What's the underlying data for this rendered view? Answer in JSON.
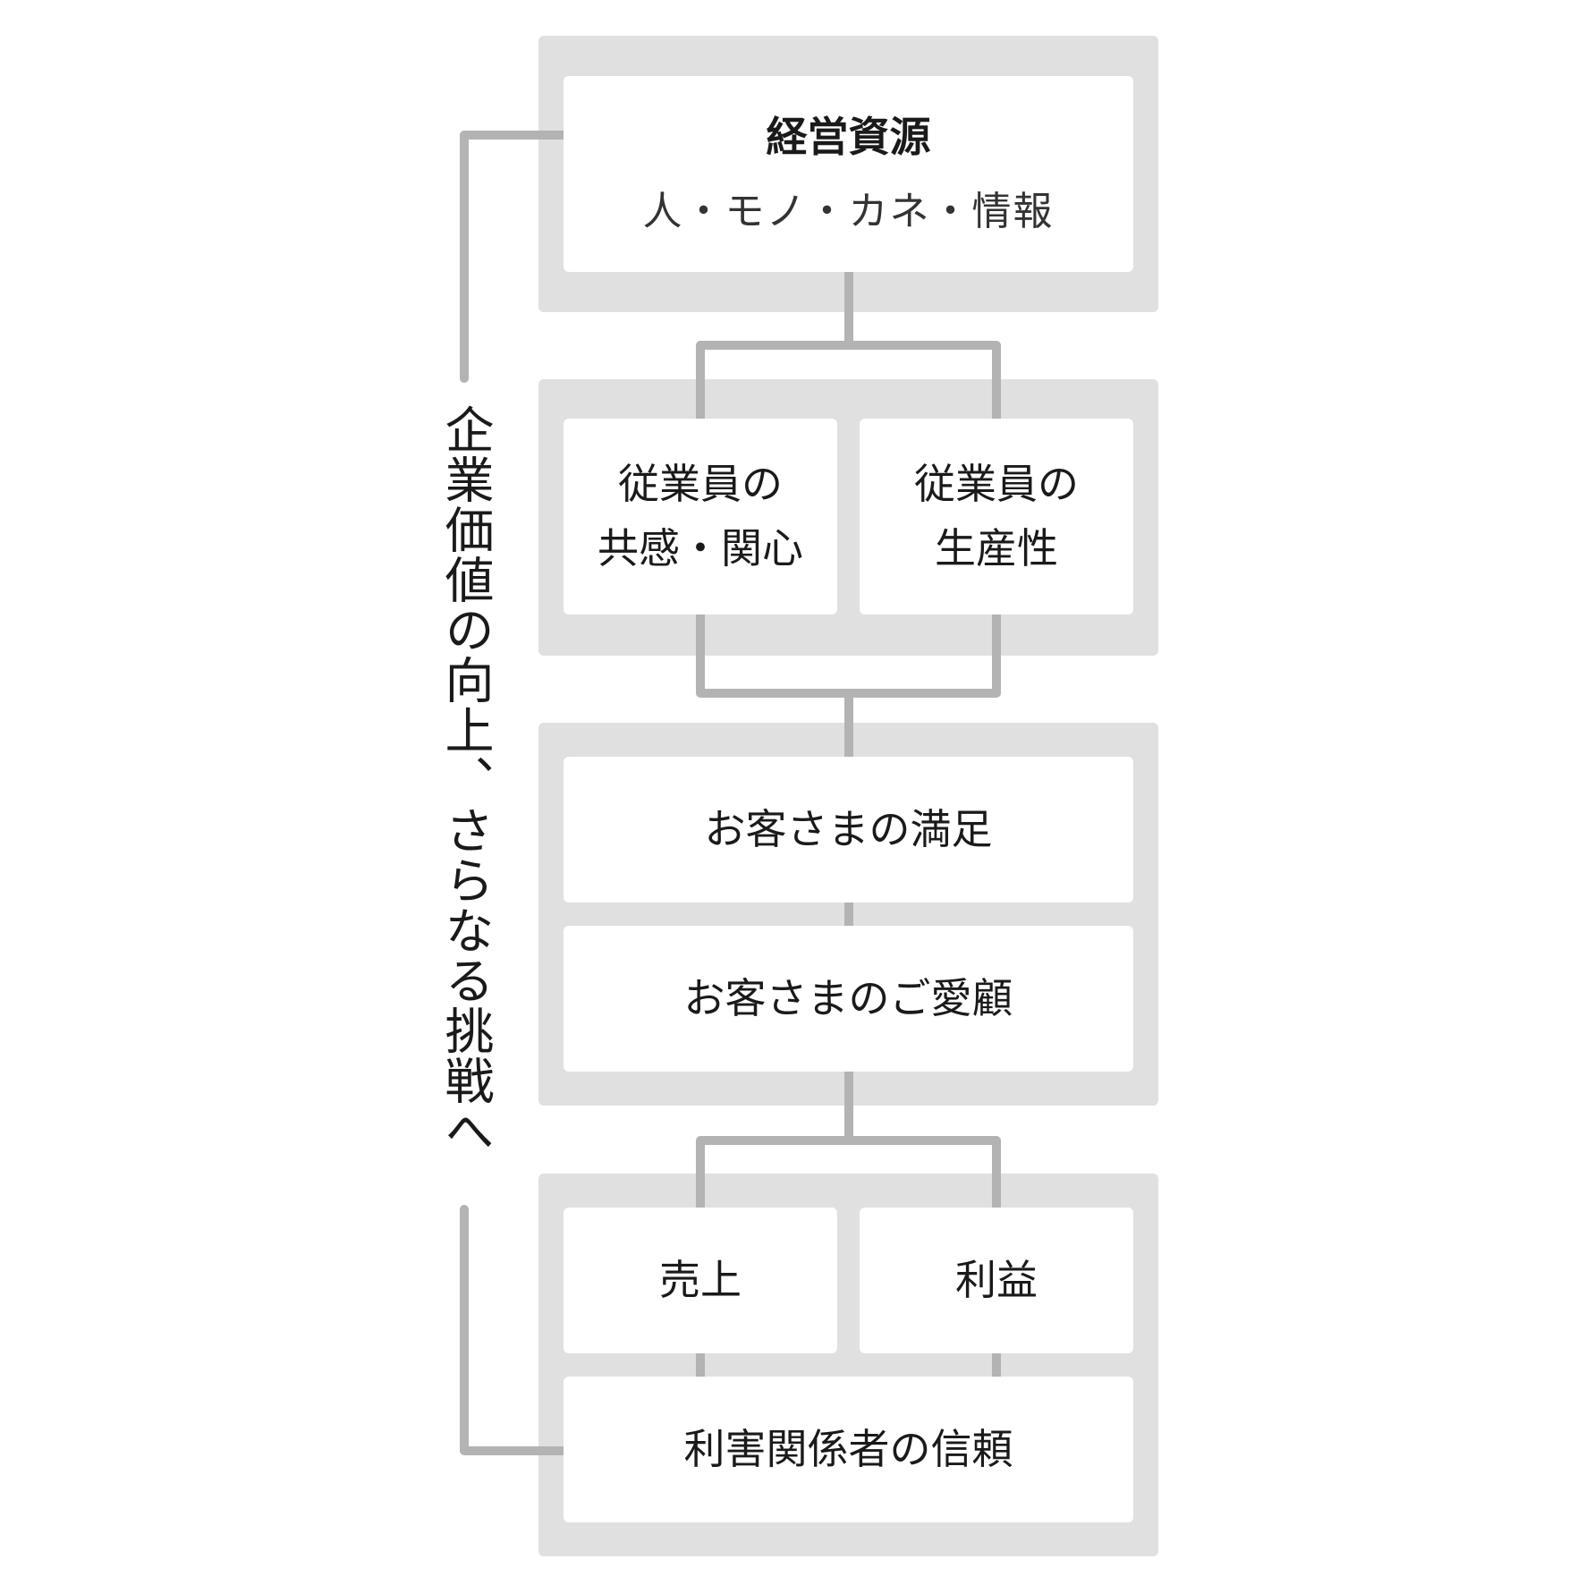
{
  "stage1": {
    "title": "経営資源",
    "subtitle": "人・モノ・カネ・情報"
  },
  "stage2": {
    "left_line1": "従業員の",
    "left_line2": "共感・関心",
    "right_line1": "従業員の",
    "right_line2": "生産性"
  },
  "stage3": {
    "top": "お客さまの満足",
    "bottom": "お客さまのご愛顧"
  },
  "stage4": {
    "left": "売上",
    "right": "利益",
    "bottom": "利害関係者の信頼"
  },
  "feedback_label": "企業価値の向上、さらなる挑戦へ",
  "colors": {
    "panel": "#e0e0e0",
    "connector": "#b3b3b3",
    "box": "#ffffff"
  }
}
